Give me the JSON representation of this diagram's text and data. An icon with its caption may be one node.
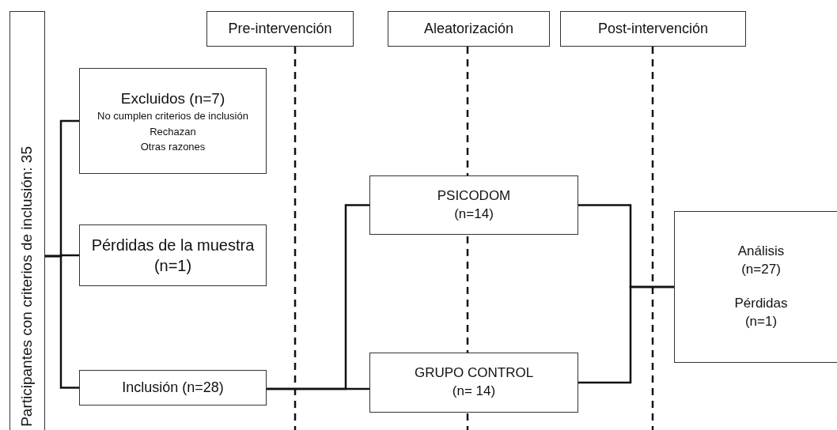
{
  "diagram": {
    "nodes": [
      {
        "text": [
          "Participantes con criterios de inclusión: 35"
        ]
      },
      {
        "text": [
          "Pre-intervención"
        ]
      },
      {
        "text": [
          "Aleatorización"
        ]
      },
      {
        "text": [
          "Post-intervención"
        ]
      },
      {
        "text": [
          "Excluidos (n=7)",
          "No cumplen criterios de inclusión",
          "Rechazan",
          "Otras razones"
        ]
      },
      {
        "text": [
          "Pérdidas de la muestra (n=1)"
        ]
      },
      {
        "text": [
          "Inclusión (n=28)"
        ]
      },
      {
        "text": [
          "PSICODOM",
          "(n=14)"
        ]
      },
      {
        "text": [
          "GRUPO CONTROL",
          "(n= 14)"
        ]
      },
      {
        "text": [
          "Análisis (n=27)",
          "Pérdidas (n=1)"
        ]
      }
    ],
    "edges": [
      {
        "from": 0,
        "to": 4,
        "arrow": "none"
      },
      {
        "from": 0,
        "to": 5,
        "arrow": "none"
      },
      {
        "from": 0,
        "to": 6,
        "arrow": "none"
      },
      {
        "from": 6,
        "to": 7,
        "arrow": "none"
      },
      {
        "from": 6,
        "to": 8,
        "arrow": "none"
      },
      {
        "from": 7,
        "to": 9,
        "arrow": "none"
      },
      {
        "from": 8,
        "to": 9,
        "arrow": "none"
      }
    ]
  }
}
